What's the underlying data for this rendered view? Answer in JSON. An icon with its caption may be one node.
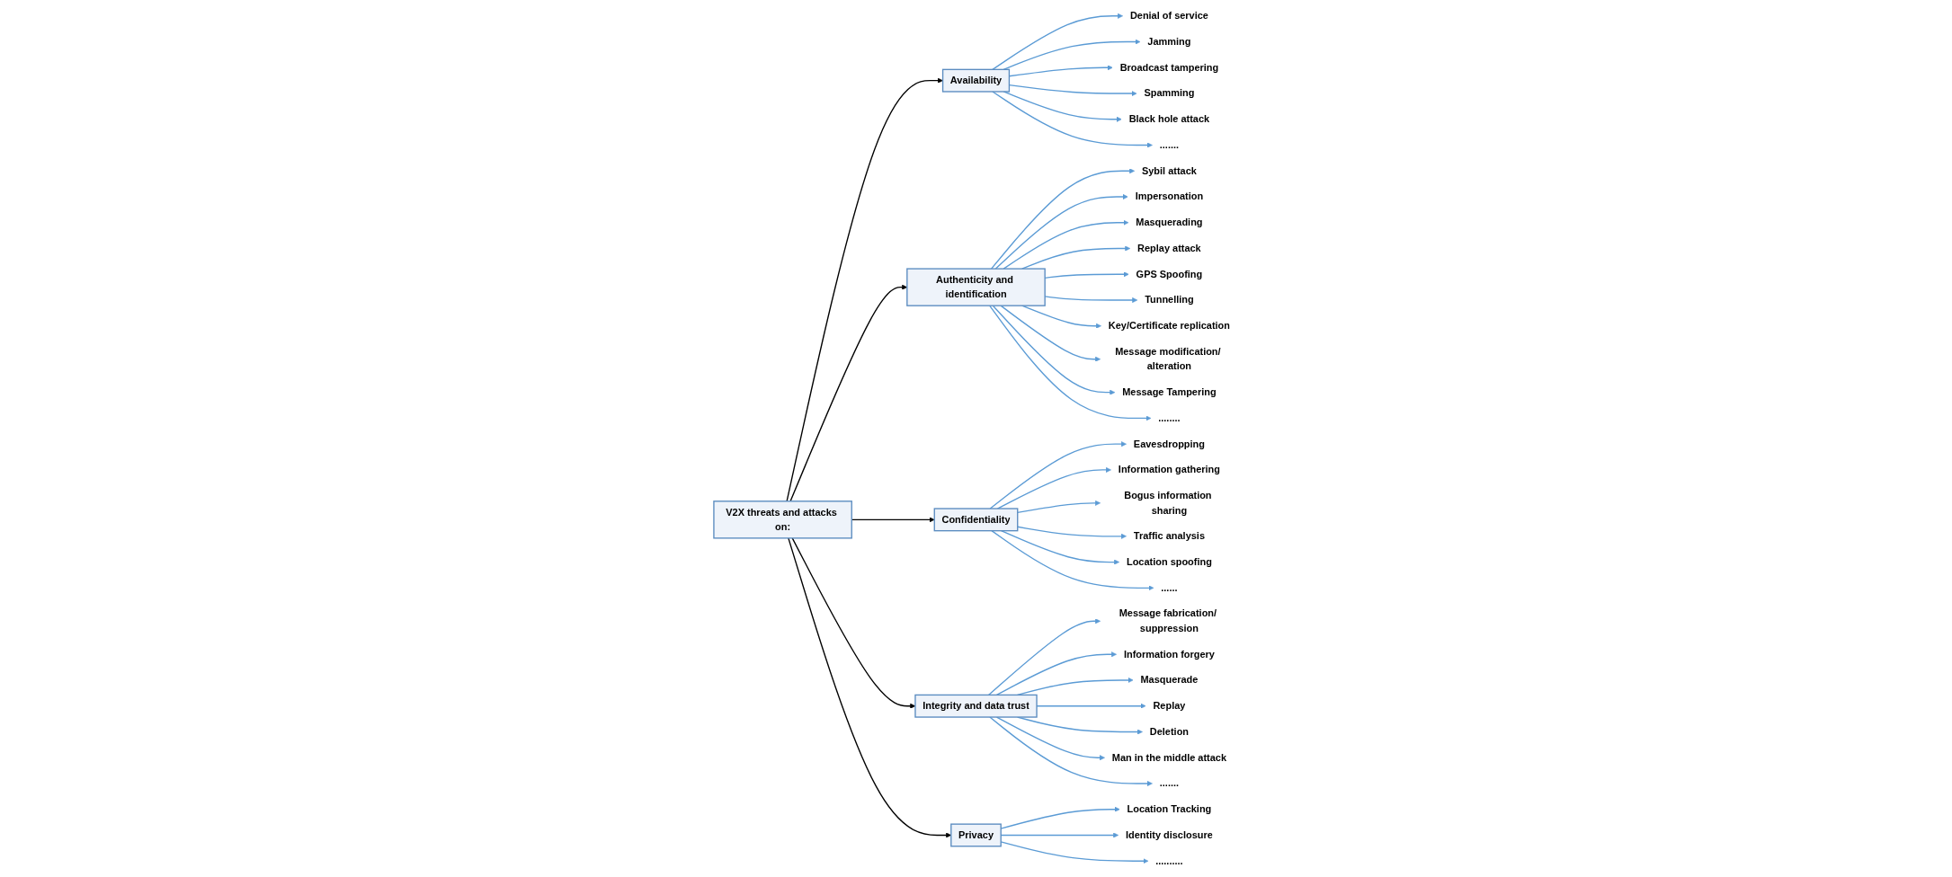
{
  "diagram": {
    "nodes": [
      {
        "text": [
          "V2X threats and attacks on:"
        ]
      },
      {
        "text": [
          "Availability"
        ]
      },
      {
        "text": [
          "Authenticity and identification"
        ]
      },
      {
        "text": [
          "Confidentiality"
        ]
      },
      {
        "text": [
          "Integrity and data trust"
        ]
      },
      {
        "text": [
          "Privacy"
        ]
      },
      {
        "text": [
          "Denial of service"
        ]
      },
      {
        "text": [
          "Jamming"
        ]
      },
      {
        "text": [
          "Broadcast tampering"
        ]
      },
      {
        "text": [
          "Spamming"
        ]
      },
      {
        "text": [
          "Black hole attack"
        ]
      },
      {
        "text": [
          "......."
        ]
      },
      {
        "text": [
          "Sybil attack"
        ]
      },
      {
        "text": [
          "Impersonation"
        ]
      },
      {
        "text": [
          "Masquerading"
        ]
      },
      {
        "text": [
          "Replay attack"
        ]
      },
      {
        "text": [
          "GPS Spoofing"
        ]
      },
      {
        "text": [
          "Tunnelling"
        ]
      },
      {
        "text": [
          "Key/Certificate replication"
        ]
      },
      {
        "text": [
          "Message modification/ alteration"
        ]
      },
      {
        "text": [
          "Message Tampering"
        ]
      },
      {
        "text": [
          "........"
        ]
      },
      {
        "text": [
          "Eavesdropping"
        ]
      },
      {
        "text": [
          "Information gathering"
        ]
      },
      {
        "text": [
          "Bogus information sharing"
        ]
      },
      {
        "text": [
          "Traffic analysis"
        ]
      },
      {
        "text": [
          "Location spoofing"
        ]
      },
      {
        "text": [
          "......"
        ]
      },
      {
        "text": [
          "Message fabrication/ suppression"
        ]
      },
      {
        "text": [
          "Information forgery"
        ]
      },
      {
        "text": [
          "Masquerade"
        ]
      },
      {
        "text": [
          "Replay"
        ]
      },
      {
        "text": [
          "Deletion"
        ]
      },
      {
        "text": [
          "Man in the middle attack"
        ]
      },
      {
        "text": [
          "......."
        ]
      },
      {
        "text": [
          "Location Tracking"
        ]
      },
      {
        "text": [
          "Identity disclosure"
        ]
      },
      {
        "text": [
          ".........."
        ]
      }
    ],
    "edges": [
      {
        "from": 0,
        "to": 1,
        "arrow": "to",
        "color": "#000000"
      },
      {
        "from": 0,
        "to": 2,
        "arrow": "to",
        "color": "#000000"
      },
      {
        "from": 0,
        "to": 3,
        "arrow": "to",
        "color": "#000000"
      },
      {
        "from": 0,
        "to": 4,
        "arrow": "to",
        "color": "#000000"
      },
      {
        "from": 0,
        "to": 5,
        "arrow": "to",
        "color": "#000000"
      },
      {
        "from": 1,
        "to": 6,
        "arrow": "to"
      },
      {
        "from": 1,
        "to": 7,
        "arrow": "to"
      },
      {
        "from": 1,
        "to": 8,
        "arrow": "to"
      },
      {
        "from": 1,
        "to": 9,
        "arrow": "to"
      },
      {
        "from": 1,
        "to": 10,
        "arrow": "to"
      },
      {
        "from": 1,
        "to": 11,
        "arrow": "to"
      },
      {
        "from": 2,
        "to": 12,
        "arrow": "to"
      },
      {
        "from": 2,
        "to": 13,
        "arrow": "to"
      },
      {
        "from": 2,
        "to": 14,
        "arrow": "to"
      },
      {
        "from": 2,
        "to": 15,
        "arrow": "to"
      },
      {
        "from": 2,
        "to": 16,
        "arrow": "to"
      },
      {
        "from": 2,
        "to": 17,
        "arrow": "to"
      },
      {
        "from": 2,
        "to": 18,
        "arrow": "to"
      },
      {
        "from": 2,
        "to": 19,
        "arrow": "to"
      },
      {
        "from": 2,
        "to": 20,
        "arrow": "to"
      },
      {
        "from": 2,
        "to": 21,
        "arrow": "to"
      },
      {
        "from": 3,
        "to": 22,
        "arrow": "to"
      },
      {
        "from": 3,
        "to": 23,
        "arrow": "to"
      },
      {
        "from": 3,
        "to": 24,
        "arrow": "to"
      },
      {
        "from": 3,
        "to": 25,
        "arrow": "to"
      },
      {
        "from": 3,
        "to": 26,
        "arrow": "to"
      },
      {
        "from": 3,
        "to": 27,
        "arrow": "to"
      },
      {
        "from": 4,
        "to": 28,
        "arrow": "to"
      },
      {
        "from": 4,
        "to": 29,
        "arrow": "to"
      },
      {
        "from": 4,
        "to": 30,
        "arrow": "to"
      },
      {
        "from": 4,
        "to": 31,
        "arrow": "to"
      },
      {
        "from": 4,
        "to": 32,
        "arrow": "to"
      },
      {
        "from": 4,
        "to": 33,
        "arrow": "to"
      },
      {
        "from": 4,
        "to": 34,
        "arrow": "to"
      },
      {
        "from": 5,
        "to": 35,
        "arrow": "to"
      },
      {
        "from": 5,
        "to": 36,
        "arrow": "to"
      },
      {
        "from": 5,
        "to": 37,
        "arrow": "to"
      }
    ]
  }
}
